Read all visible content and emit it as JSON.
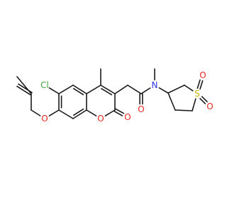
{
  "molecule": {
    "atoms": [
      {
        "id": "Cl",
        "label": "Cl",
        "color": "#3fa33a"
      },
      {
        "id": "O_ether",
        "label": "O",
        "color": "#e8281e"
      },
      {
        "id": "O_ring",
        "label": "O",
        "color": "#e8281e"
      },
      {
        "id": "O_lactone",
        "label": "O",
        "color": "#e8281e"
      },
      {
        "id": "O_amide",
        "label": "O",
        "color": "#e8281e"
      },
      {
        "id": "N",
        "label": "N",
        "color": "#2a35e0"
      },
      {
        "id": "S",
        "label": "S",
        "color": "#c8b400"
      },
      {
        "id": "O_s1",
        "label": "O",
        "color": "#e8281e"
      },
      {
        "id": "O_s2",
        "label": "O",
        "color": "#e8281e"
      }
    ],
    "bond_color": "#1a1a1a"
  }
}
